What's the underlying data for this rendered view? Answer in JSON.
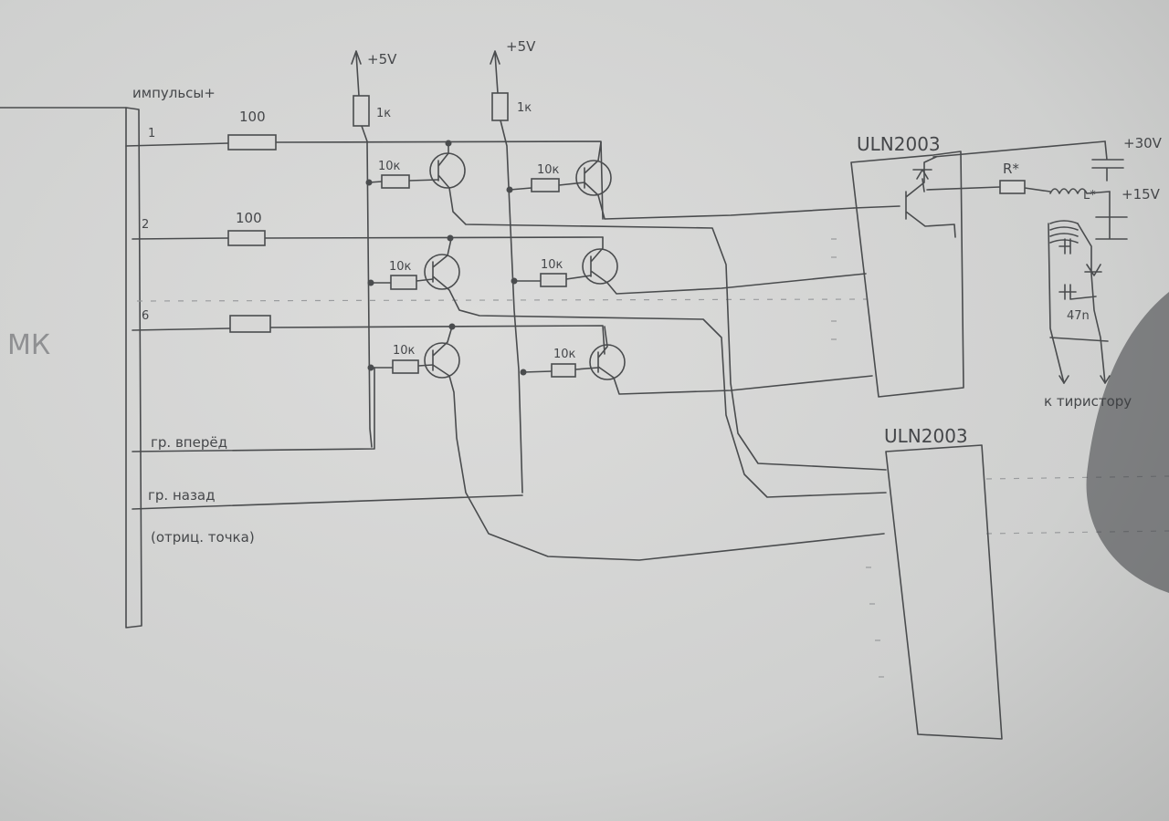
{
  "labels": {
    "mk": "МК",
    "pulses": "импульсы+",
    "ch1": "1",
    "ch2": "2",
    "ch6": "6",
    "r100_a": "100",
    "r100_b": "100",
    "v5_left": "+5V",
    "v5_right": "+5V",
    "r1k_left": "1к",
    "r1k_right": "1к",
    "r10k_1": "10к",
    "r10k_2": "10к",
    "r10k_3": "10к",
    "r10k_4": "10к",
    "r10k_5": "10к",
    "r10k_6": "10к",
    "group_forward": "гр. вперёд",
    "group_back": "гр. назад",
    "group_back_note": "(отриц. точка)",
    "uln_top": "ULN2003",
    "uln_bottom": "ULN2003",
    "v30": "+30V",
    "v15": "+15V",
    "rk": "R*",
    "lk": "L*",
    "cap47": "47n",
    "to_thyristor": "к тиристору"
  }
}
